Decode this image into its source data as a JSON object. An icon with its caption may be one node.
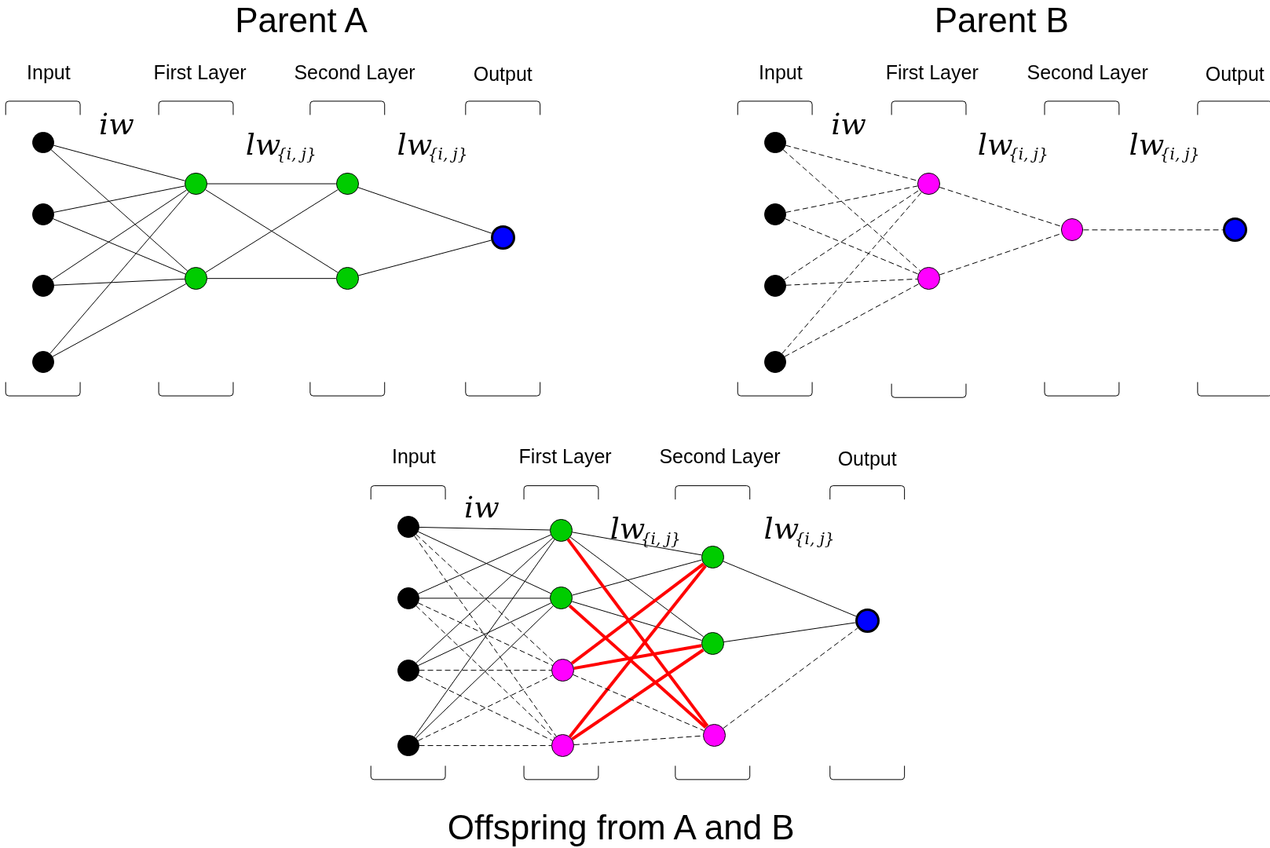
{
  "diagram": {
    "nodes": [
      {
        "text": [],
        "shape": "circle"
      },
      {
        "text": [],
        "shape": "circle"
      },
      {
        "text": [],
        "shape": "circle"
      },
      {
        "text": [],
        "shape": "circle"
      },
      {
        "text": [],
        "shape": "circle"
      },
      {
        "text": [],
        "shape": "circle"
      },
      {
        "text": [],
        "shape": "circle"
      },
      {
        "text": [],
        "shape": "circle"
      },
      {
        "text": [],
        "shape": "circle"
      },
      {
        "text": [],
        "shape": "circle"
      },
      {
        "text": [],
        "shape": "circle"
      },
      {
        "text": [],
        "shape": "circle"
      },
      {
        "text": [],
        "shape": "circle"
      },
      {
        "text": [],
        "shape": "circle"
      },
      {
        "text": [],
        "shape": "circle"
      },
      {
        "text": [],
        "shape": "circle"
      },
      {
        "text": [],
        "shape": "circle"
      },
      {
        "text": [],
        "shape": "circle"
      },
      {
        "text": [],
        "shape": "circle"
      },
      {
        "text": [],
        "shape": "circle"
      },
      {
        "text": [],
        "shape": "circle"
      },
      {
        "text": [],
        "shape": "circle"
      },
      {
        "text": [],
        "shape": "circle"
      },
      {
        "text": [],
        "shape": "circle"
      },
      {
        "text": [],
        "shape": "circle"
      },
      {
        "text": [],
        "shape": "circle"
      },
      {
        "text": [],
        "shape": "circle"
      },
      {
        "text": [],
        "shape": "circle"
      },
      {
        "text": [],
        "shape": "circle"
      }
    ],
    "edges": [
      {
        "from": 0,
        "to": 4,
        "arrow": "none"
      },
      {
        "from": 0,
        "to": 5,
        "arrow": "none"
      },
      {
        "from": 1,
        "to": 4,
        "arrow": "none"
      },
      {
        "from": 1,
        "to": 5,
        "arrow": "none"
      },
      {
        "from": 2,
        "to": 4,
        "arrow": "none"
      },
      {
        "from": 2,
        "to": 5,
        "arrow": "none"
      },
      {
        "from": 3,
        "to": 4,
        "arrow": "none"
      },
      {
        "from": 3,
        "to": 5,
        "arrow": "none"
      },
      {
        "from": 4,
        "to": 6,
        "arrow": "none"
      },
      {
        "from": 4,
        "to": 7,
        "arrow": "none"
      },
      {
        "from": 5,
        "to": 6,
        "arrow": "none"
      },
      {
        "from": 5,
        "to": 7,
        "arrow": "none"
      },
      {
        "from": 6,
        "to": 8,
        "arrow": "none"
      },
      {
        "from": 7,
        "to": 8,
        "arrow": "none"
      },
      {
        "from": 9,
        "to": 13,
        "arrow": "none",
        "style": "dashed"
      },
      {
        "from": 9,
        "to": 14,
        "arrow": "none",
        "style": "dashed"
      },
      {
        "from": 10,
        "to": 13,
        "arrow": "none",
        "style": "dashed"
      },
      {
        "from": 10,
        "to": 14,
        "arrow": "none",
        "style": "dashed"
      },
      {
        "from": 11,
        "to": 13,
        "arrow": "none",
        "style": "dashed"
      },
      {
        "from": 11,
        "to": 14,
        "arrow": "none",
        "style": "dashed"
      },
      {
        "from": 12,
        "to": 13,
        "arrow": "none",
        "style": "dashed"
      },
      {
        "from": 12,
        "to": 14,
        "arrow": "none",
        "style": "dashed"
      },
      {
        "from": 13,
        "to": 15,
        "arrow": "none",
        "style": "dashed"
      },
      {
        "from": 14,
        "to": 15,
        "arrow": "none",
        "style": "dashed"
      },
      {
        "from": 15,
        "to": 16,
        "arrow": "none",
        "style": "dashed"
      },
      {
        "from": 17,
        "to": 21,
        "arrow": "none"
      },
      {
        "from": 17,
        "to": 22,
        "arrow": "none"
      },
      {
        "from": 18,
        "to": 21,
        "arrow": "none"
      },
      {
        "from": 18,
        "to": 22,
        "arrow": "none"
      },
      {
        "from": 19,
        "to": 21,
        "arrow": "none"
      },
      {
        "from": 19,
        "to": 22,
        "arrow": "none"
      },
      {
        "from": 20,
        "to": 21,
        "arrow": "none"
      },
      {
        "from": 20,
        "to": 22,
        "arrow": "none"
      },
      {
        "from": 17,
        "to": 23,
        "arrow": "none",
        "style": "dashed"
      },
      {
        "from": 17,
        "to": 24,
        "arrow": "none",
        "style": "dashed"
      },
      {
        "from": 18,
        "to": 23,
        "arrow": "none",
        "style": "dashed"
      },
      {
        "from": 18,
        "to": 24,
        "arrow": "none",
        "style": "dashed"
      },
      {
        "from": 19,
        "to": 23,
        "arrow": "none",
        "style": "dashed"
      },
      {
        "from": 19,
        "to": 24,
        "arrow": "none",
        "style": "dashed"
      },
      {
        "from": 20,
        "to": 23,
        "arrow": "none",
        "style": "dashed"
      },
      {
        "from": 20,
        "to": 24,
        "arrow": "none",
        "style": "dashed"
      },
      {
        "from": 21,
        "to": 25,
        "arrow": "none"
      },
      {
        "from": 21,
        "to": 26,
        "arrow": "none"
      },
      {
        "from": 22,
        "to": 25,
        "arrow": "none"
      },
      {
        "from": 22,
        "to": 26,
        "arrow": "none"
      },
      {
        "from": 21,
        "to": 27,
        "arrow": "none",
        "style": "thick",
        "color": "#ff0000"
      },
      {
        "from": 22,
        "to": 27,
        "arrow": "none",
        "style": "thick",
        "color": "#ff0000"
      },
      {
        "from": 23,
        "to": 25,
        "arrow": "none",
        "style": "thick",
        "color": "#ff0000"
      },
      {
        "from": 23,
        "to": 26,
        "arrow": "none",
        "style": "thick",
        "color": "#ff0000"
      },
      {
        "from": 24,
        "to": 25,
        "arrow": "none",
        "style": "thick",
        "color": "#ff0000"
      },
      {
        "from": 24,
        "to": 26,
        "arrow": "none",
        "style": "thick",
        "color": "#ff0000"
      },
      {
        "from": 23,
        "to": 27,
        "arrow": "none",
        "style": "dashed"
      },
      {
        "from": 24,
        "to": 27,
        "arrow": "none",
        "style": "dashed"
      },
      {
        "from": 25,
        "to": 28,
        "arrow": "none"
      },
      {
        "from": 26,
        "to": 28,
        "arrow": "none"
      },
      {
        "from": 27,
        "to": 28,
        "arrow": "none",
        "style": "dashed"
      }
    ],
    "labels": [
      "Parent A",
      "Parent B",
      "Input",
      "First Layer",
      "Second Layer",
      "Output",
      "Input",
      "First Layer",
      "Second Layer",
      "Output",
      "iw",
      "lw",
      "{i, j}",
      "lw",
      "{i, j}",
      "iw",
      "lw",
      "{i, j}",
      "lw",
      "{i, j}",
      "Input",
      "First Layer",
      "Second Layer",
      "Output",
      "iw",
      "lw",
      "{i, j}",
      "lw",
      "{i, j}",
      "Offspring from A and B"
    ]
  }
}
